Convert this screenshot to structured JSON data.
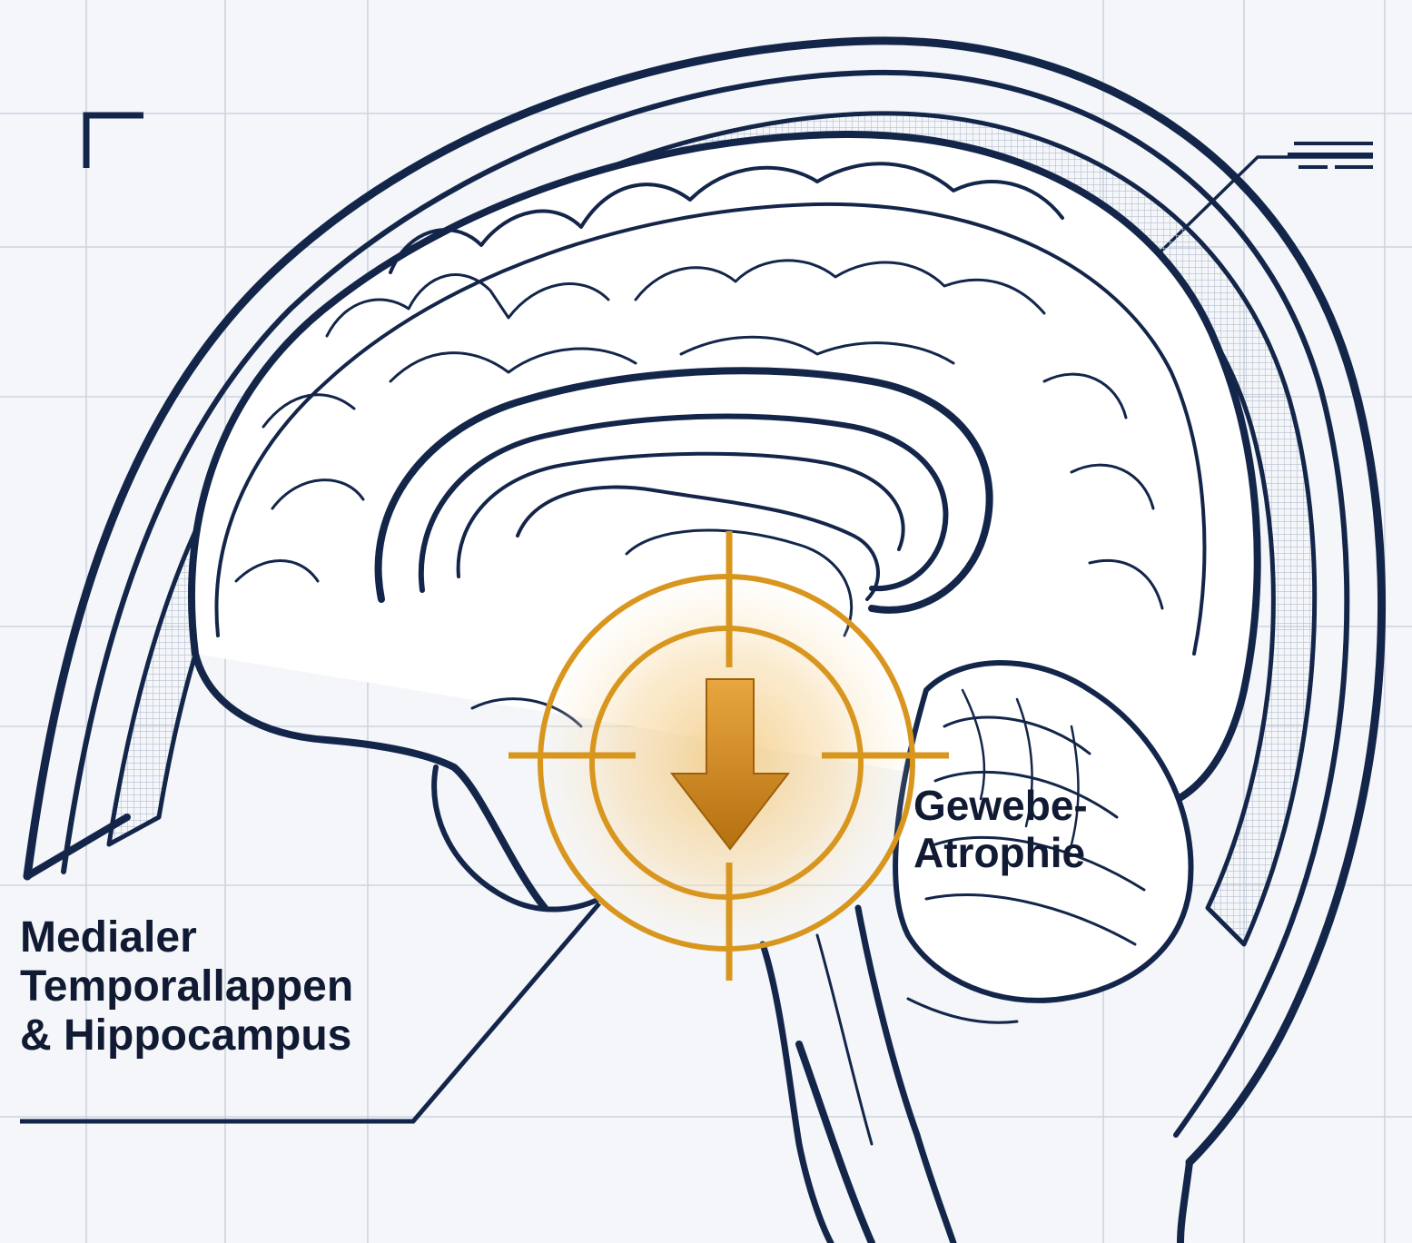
{
  "labels": {
    "region_lines": [
      "Medialer",
      "Temporallappen",
      "& Hippocampus"
    ],
    "effect_lines": [
      "Gewebe-",
      "Atrophie"
    ]
  },
  "icons": {
    "target": "crosshair-target-icon",
    "arrow": "down-arrow-icon",
    "corner": "corner-bracket-icon"
  },
  "colors": {
    "background": "#f4f6f9",
    "outline": "#13264a",
    "hatch": "#b9c3d3",
    "grid": "#c9d0dc",
    "accent": "#d9961f",
    "accent_glow": "#f3c77a",
    "label_text": "#101a33"
  }
}
